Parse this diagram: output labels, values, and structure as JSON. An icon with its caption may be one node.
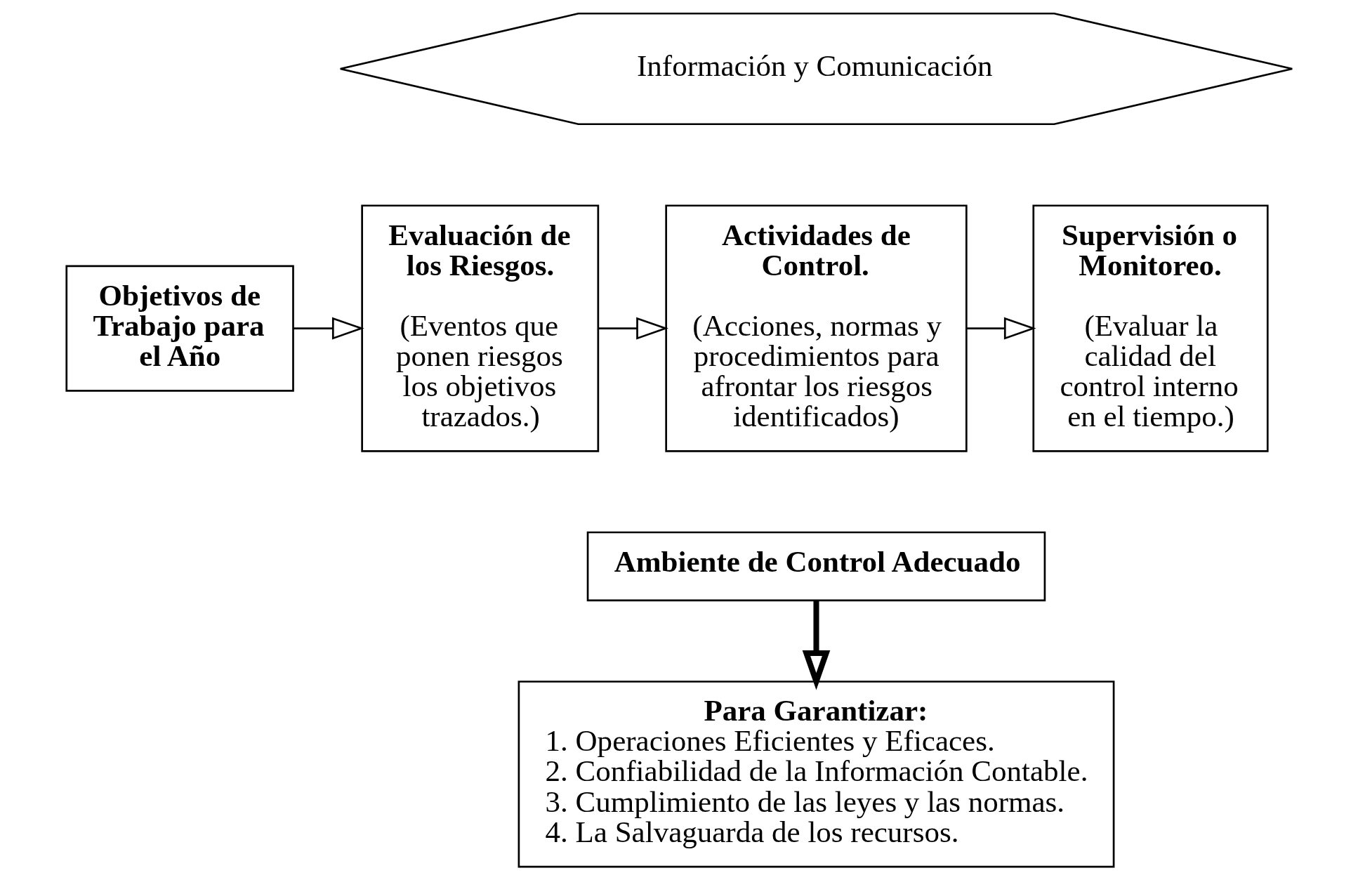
{
  "diagram": {
    "nodes": [
      {
        "text": [
          "Información y Comunicación"
        ]
      },
      {
        "text": [
          "Objetivos de Trabajo para el Año"
        ]
      },
      {
        "text": [
          "Evaluación de los Riesgos.",
          "(Eventos que ponen riesgos los objetivos trazados.)"
        ]
      },
      {
        "text": [
          "Actividades de Control.",
          "(Acciones, normas y procedimientos para afrontar los riesgos identificados)"
        ]
      },
      {
        "text": [
          "Supervisión o Monitoreo.",
          "(Evaluar la calidad del control interno en el tiempo.)"
        ]
      },
      {
        "text": [
          "Ambiente de Control Adecuado"
        ]
      },
      {
        "text": [
          "Para Garantizar:",
          "1. Operaciones Eficientes y Eficaces.",
          "2. Confiabilidad de la Información Contable.",
          "3. Cumplimiento de las leyes y las normas.",
          "4. La Salvaguarda de los recursos."
        ]
      }
    ],
    "edges": [
      {
        "from": 1,
        "to": 2,
        "arrow": "to"
      },
      {
        "from": 2,
        "to": 3,
        "arrow": "to"
      },
      {
        "from": 3,
        "to": 4,
        "arrow": "to"
      },
      {
        "from": 5,
        "to": 6,
        "arrow": "to",
        "style": "thick"
      }
    ]
  }
}
